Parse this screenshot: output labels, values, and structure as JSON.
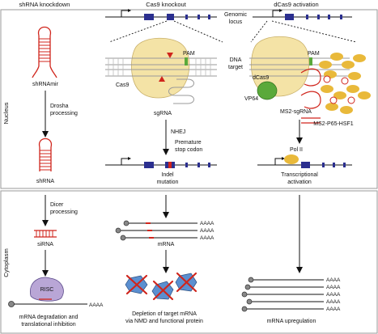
{
  "headers": {
    "col1": "shRNA knockdown",
    "col2": "Cas9 knockout",
    "col3": "dCas9 activation"
  },
  "compartments": {
    "nucleus": "Nucleus",
    "cytoplasm": "Cytoplasm"
  },
  "labels": {
    "genomic_locus_1": "Genomic",
    "genomic_locus_2": "locus",
    "dna_target_1": "DNA",
    "dna_target_2": "target",
    "pam_left": "PAM",
    "pam_right": "PAM",
    "cas9": "Cas9",
    "dcas9": "dCas9",
    "sgrna": "sgRNA",
    "vp64": "VP64",
    "ms2_sgrna": "MS2-sgRNA",
    "ms2_p65_hsf1": "MS2-P65-HSF1",
    "shrnamir": "shRNAmir",
    "drosha_1": "Drosha",
    "drosha_2": "processing",
    "shrna": "shRNA",
    "nhej": "NHEJ",
    "premature_1": "Premature",
    "premature_2": "stop codon",
    "indel_1": "Indel",
    "indel_2": "mutation",
    "pol2": "Pol II",
    "trans_act_1": "Transcriptional",
    "trans_act_2": "activation",
    "dicer_1": "Dicer",
    "dicer_2": "processing",
    "sirna": "siRNA",
    "risc": "RISC",
    "mrna_mid": "mRNA",
    "poly_a": "AAAA",
    "mrna_deg_1": "mRNA degradation and",
    "mrna_deg_2": "translational inhibition",
    "depletion_1": "Depletion of target mRNA",
    "depletion_2": "via NMD and functional protein",
    "upreg": "mRNA upregulation"
  },
  "colors": {
    "exon": "#2b2f8f",
    "cas9_body": "#f4e3a6",
    "hairpin": "#d0251c",
    "vp64": "#5aa93a",
    "hsf1": "#e9b93a",
    "risc": "#b9a6d6",
    "x_mark": "#d0251c",
    "protein": "#5b8fd0",
    "border": "#9a9a9a"
  }
}
